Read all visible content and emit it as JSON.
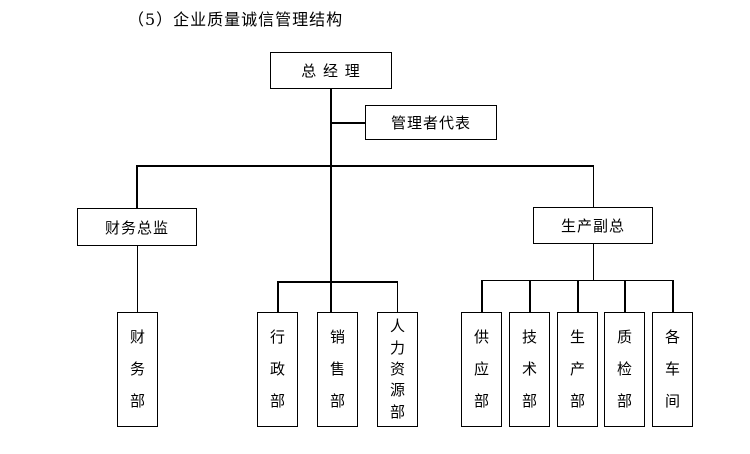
{
  "page": {
    "title": "（5）企业质量诚信管理结构",
    "background_color": "#ffffff",
    "line_color": "#000000",
    "text_color": "#000000"
  },
  "org_chart": {
    "type": "org-chart",
    "general_manager": {
      "label": "总 经 理"
    },
    "management_rep": {
      "label": "管理者代表"
    },
    "finance_director": {
      "label": "财务总监"
    },
    "production_vp": {
      "label": "生产副总"
    },
    "finance_dept": {
      "label": "财务部"
    },
    "middle_depts": [
      {
        "label": "行政部"
      },
      {
        "label": "销售部"
      },
      {
        "label": "人力资源部"
      }
    ],
    "production_depts": [
      {
        "label": "供应部"
      },
      {
        "label": "技术部"
      },
      {
        "label": "生产部"
      },
      {
        "label": "质检部"
      },
      {
        "label": "各车间"
      }
    ]
  }
}
